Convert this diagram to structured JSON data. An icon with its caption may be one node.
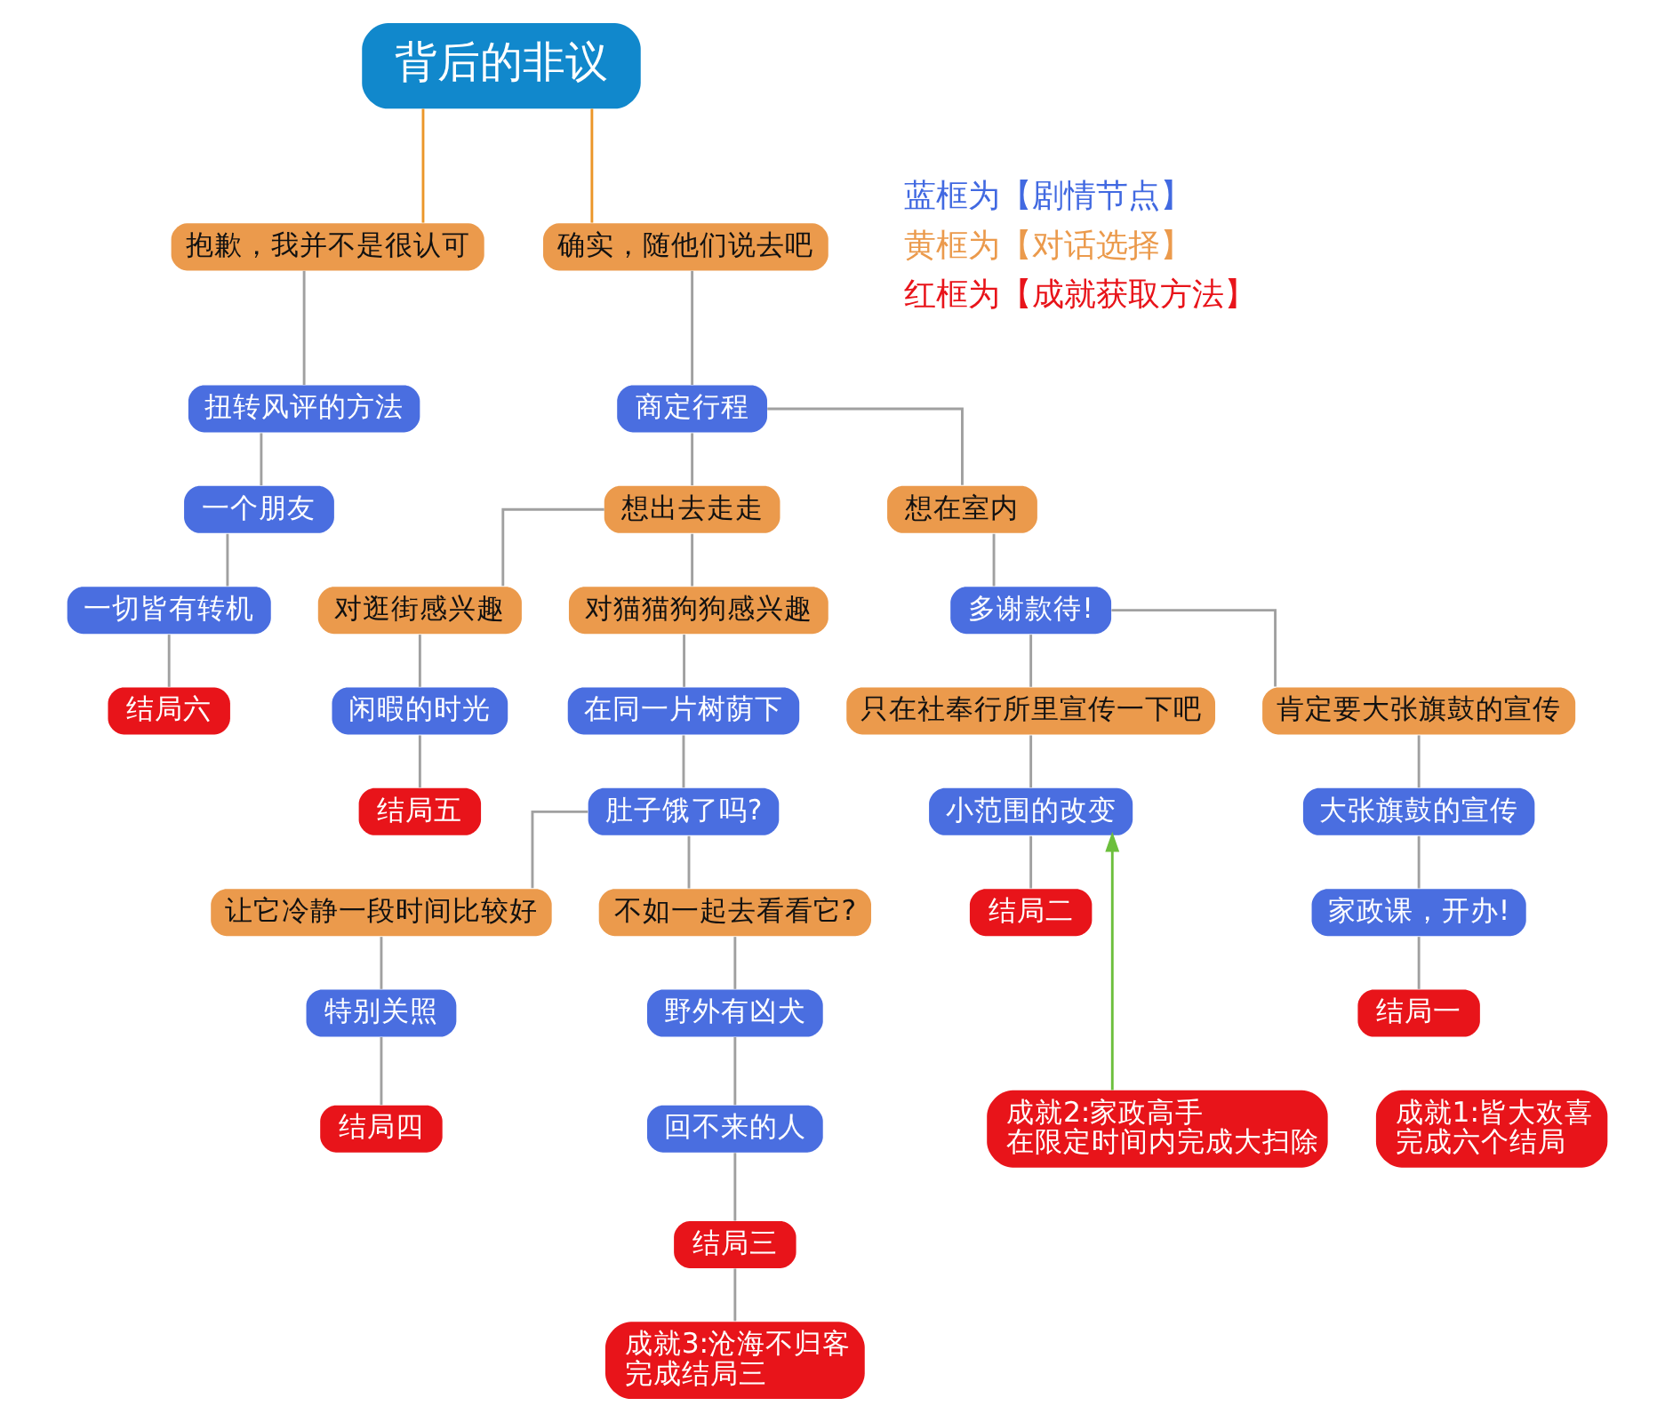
{
  "diagram": {
    "nodes": [
      {
        "text": [
          "背后的非议"
        ]
      },
      {
        "text": [
          "抱歉，我并不是很认可"
        ]
      },
      {
        "text": [
          "确实，随他们说去吧"
        ]
      },
      {
        "text": [
          "扭转风评的方法"
        ]
      },
      {
        "text": [
          "商定行程"
        ]
      },
      {
        "text": [
          "一个朋友"
        ]
      },
      {
        "text": [
          "想出去走走"
        ]
      },
      {
        "text": [
          "想在室内"
        ]
      },
      {
        "text": [
          "一切皆有转机"
        ]
      },
      {
        "text": [
          "对逛街感兴趣"
        ]
      },
      {
        "text": [
          "对猫猫狗狗感兴趣"
        ]
      },
      {
        "text": [
          "多谢款待!"
        ]
      },
      {
        "text": [
          "结局六"
        ]
      },
      {
        "text": [
          "闲暇的时光"
        ]
      },
      {
        "text": [
          "在同一片树荫下"
        ]
      },
      {
        "text": [
          "只在社奉行所里宣传一下吧"
        ]
      },
      {
        "text": [
          "肯定要大张旗鼓的宣传"
        ]
      },
      {
        "text": [
          "结局五"
        ]
      },
      {
        "text": [
          "肚子饿了吗?"
        ]
      },
      {
        "text": [
          "小范围的改变"
        ]
      },
      {
        "text": [
          "大张旗鼓的宣传"
        ]
      },
      {
        "text": [
          "让它冷静一段时间比较好"
        ]
      },
      {
        "text": [
          "不如一起去看看它?"
        ]
      },
      {
        "text": [
          "结局二"
        ]
      },
      {
        "text": [
          "家政课，开办!"
        ]
      },
      {
        "text": [
          "野外有凶犬"
        ]
      },
      {
        "text": [
          "结局一"
        ]
      },
      {
        "text": [
          "成就1:皆大欢喜",
          "完成六个结局"
        ]
      },
      {
        "text": [
          "特别关照"
        ]
      },
      {
        "text": [
          "成就2:家政高手",
          "在限定时间内完成大扫除"
        ]
      },
      {
        "text": [
          "回不来的人"
        ]
      },
      {
        "text": [
          "结局四"
        ]
      },
      {
        "text": [
          "结局三"
        ]
      },
      {
        "text": [
          "成就3:沧海不归客",
          "完成结局三"
        ]
      }
    ],
    "edges": [
      {
        "from": 0,
        "to": 1,
        "arrow": "none",
        "color": "#eb9628"
      },
      {
        "from": 0,
        "to": 2,
        "arrow": "none",
        "color": "#eb9628"
      },
      {
        "from": 1,
        "to": 3,
        "arrow": "none"
      },
      {
        "from": 3,
        "to": 5,
        "arrow": "none"
      },
      {
        "from": 5,
        "to": 8,
        "arrow": "none"
      },
      {
        "from": 8,
        "to": 12,
        "arrow": "none"
      },
      {
        "from": 2,
        "to": 4,
        "arrow": "none"
      },
      {
        "from": 4,
        "to": 6,
        "arrow": "none"
      },
      {
        "from": 4,
        "to": 7,
        "arrow": "none"
      },
      {
        "from": 6,
        "to": 9,
        "arrow": "none"
      },
      {
        "from": 6,
        "to": 10,
        "arrow": "none"
      },
      {
        "from": 9,
        "to": 13,
        "arrow": "none"
      },
      {
        "from": 13,
        "to": 17,
        "arrow": "none"
      },
      {
        "from": 10,
        "to": 14,
        "arrow": "none"
      },
      {
        "from": 14,
        "to": 18,
        "arrow": "none"
      },
      {
        "from": 18,
        "to": 21,
        "arrow": "none"
      },
      {
        "from": 18,
        "to": 22,
        "arrow": "none"
      },
      {
        "from": 21,
        "to": 28,
        "arrow": "none"
      },
      {
        "from": 28,
        "to": 31,
        "arrow": "none"
      },
      {
        "from": 22,
        "to": 25,
        "arrow": "none"
      },
      {
        "from": 25,
        "to": 30,
        "arrow": "none"
      },
      {
        "from": 30,
        "to": 32,
        "arrow": "none"
      },
      {
        "from": 32,
        "to": 33,
        "arrow": "none"
      },
      {
        "from": 7,
        "to": 11,
        "arrow": "none"
      },
      {
        "from": 11,
        "to": 15,
        "arrow": "none"
      },
      {
        "from": 11,
        "to": 16,
        "arrow": "none"
      },
      {
        "from": 15,
        "to": 19,
        "arrow": "none"
      },
      {
        "from": 19,
        "to": 23,
        "arrow": "none"
      },
      {
        "from": 16,
        "to": 20,
        "arrow": "none"
      },
      {
        "from": 20,
        "to": 24,
        "arrow": "none"
      },
      {
        "from": 24,
        "to": 26,
        "arrow": "none"
      },
      {
        "from": 29,
        "to": 19,
        "arrow": "to",
        "color": "#6cbf3c"
      }
    ],
    "legend": [
      {
        "text": "蓝框为【剧情节点】",
        "color": "#4169e1"
      },
      {
        "text": "黄框为【对话选择】",
        "color": "#eb9a4c"
      },
      {
        "text": "红框为【成就获取方法】",
        "color": "#e8141a"
      }
    ]
  }
}
